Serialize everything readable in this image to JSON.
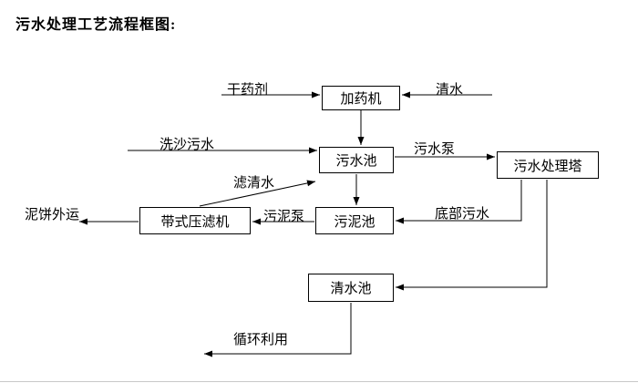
{
  "title": "污水处理工艺流程框图:",
  "nodes": {
    "dosing_machine": "加药机",
    "sewage_pool": "污水池",
    "treatment_tower": "污水处理塔",
    "sludge_pool": "污泥池",
    "belt_filter_press": "带式压滤机",
    "clean_water_pool": "清水池"
  },
  "labels": {
    "dry_chemical": "干药剂",
    "clean_water": "清水",
    "sand_washing_sewage": "洗沙污水",
    "sewage_pump": "污水泵",
    "filtered_water": "滤清水",
    "sludge_pump": "污泥泵",
    "bottom_sewage": "底部污水",
    "mud_cake_out": "泥饼外运",
    "recycle_use": "循环利用"
  },
  "flow": [
    {
      "from": "干药剂",
      "to": "加药机"
    },
    {
      "from": "清水",
      "to": "加药机"
    },
    {
      "from": "加药机",
      "to": "污水池"
    },
    {
      "from": "洗沙污水",
      "to": "污水池"
    },
    {
      "from": "污水池",
      "to": "污水处理塔",
      "via": "污水泵"
    },
    {
      "from": "污水池",
      "to": "污泥池"
    },
    {
      "from": "带式压滤机",
      "to": "污水池",
      "via": "滤清水"
    },
    {
      "from": "污泥池",
      "to": "带式压滤机",
      "via": "污泥泵"
    },
    {
      "from": "污水处理塔",
      "to": "污泥池",
      "via": "底部污水"
    },
    {
      "from": "带式压滤机",
      "to": "泥饼外运"
    },
    {
      "from": "污水处理塔",
      "to": "清水池"
    },
    {
      "from": "清水池",
      "to": "循环利用"
    }
  ],
  "colors": {
    "line": "#000000",
    "background": "#ffffff",
    "page_edge": "#c8c8c8"
  }
}
